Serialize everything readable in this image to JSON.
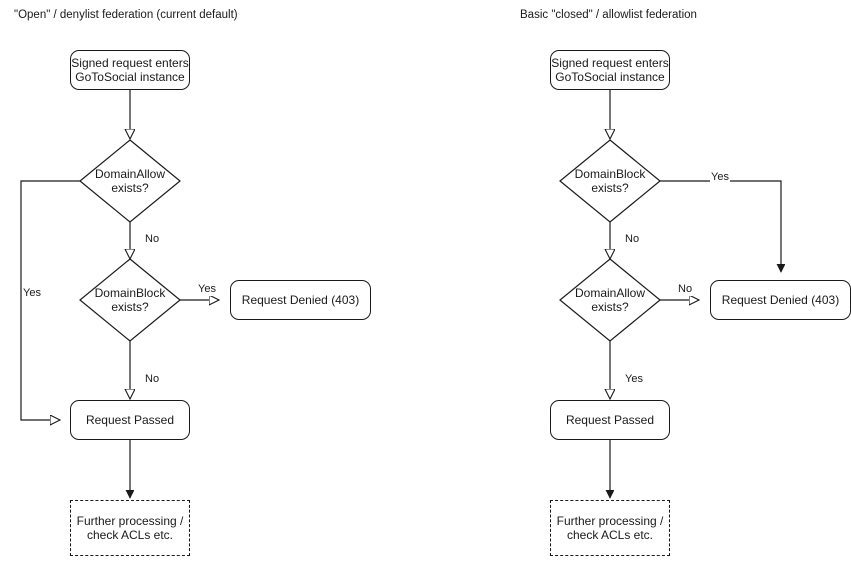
{
  "diagram": {
    "title_left": "\"Open\" / denylist federation (current default)",
    "title_right": "Basic \"closed\" / allowlist federation",
    "colors": {
      "stroke": "#1a1a1a",
      "text": "#1a1a1a",
      "background": "#ffffff"
    },
    "left_column": {
      "nodes": {
        "start": "Signed request enters\nGoToSocial instance",
        "start_line1": "Signed request enters",
        "start_line2": "GoToSocial instance",
        "decision1_line1": "DomainAllow",
        "decision1_line2": "exists?",
        "decision2_line1": "DomainBlock",
        "decision2_line2": "exists?",
        "denied": "Request Denied (403)",
        "passed": "Request Passed",
        "further_line1": "Further processing /",
        "further_line2": "check ACLs etc."
      },
      "edges": {
        "allow_yes": "Yes",
        "allow_no": "No",
        "block_yes": "Yes",
        "block_no": "No"
      }
    },
    "right_column": {
      "nodes": {
        "start_line1": "Signed request enters",
        "start_line2": "GoToSocial instance",
        "decision1_line1": "DomainBlock",
        "decision1_line2": "exists?",
        "decision2_line1": "DomainAllow",
        "decision2_line2": "exists?",
        "denied": "Request Denied (403)",
        "passed": "Request Passed",
        "further_line1": "Further processing /",
        "further_line2": "check ACLs etc."
      },
      "edges": {
        "block_yes": "Yes",
        "block_no": "No",
        "allow_no": "No",
        "allow_yes": "Yes"
      }
    }
  }
}
